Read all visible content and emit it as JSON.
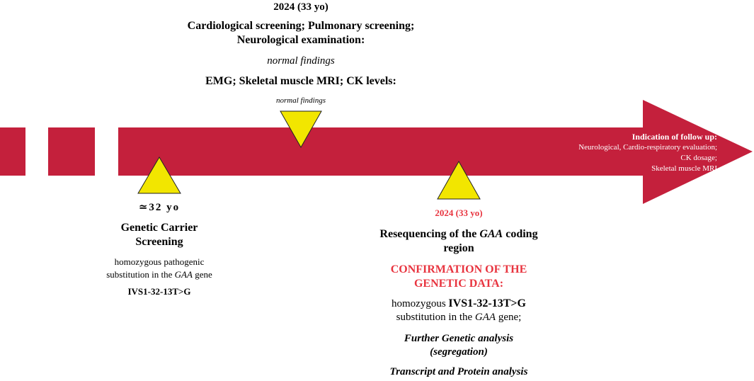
{
  "colors": {
    "bar": "#c4203c",
    "marker": "#f2e600",
    "marker_stroke": "#222222",
    "red_text": "#e8343f"
  },
  "top_event": {
    "date": "2024 (33 yo)",
    "exams_line1": "Cardiological screening; Pulmonary screening;",
    "exams_line2": "Neurological examination:",
    "findings1": "normal findings",
    "exams2": "EMG; Skeletal muscle MRI; CK levels:",
    "findings2": "normal findings"
  },
  "left_event": {
    "age": "≃32 yo",
    "title_line1": "Genetic Carrier",
    "title_line2": "Screening",
    "desc_line1": "homozygous pathogenic",
    "desc_line2_pre": "substitution in the ",
    "desc_line2_gene": "GAA",
    "desc_line2_post": " gene",
    "variant": "IVS1-32-13T>G"
  },
  "right_event": {
    "date": "2024 (33 yo)",
    "title_pre": "Resequencing of the ",
    "title_gene": "GAA",
    "title_post": " coding",
    "title_line2": "region",
    "confirm_line1": "CONFIRMATION OF THE",
    "confirm_line2": "GENETIC DATA:",
    "result_pre": "homozygous ",
    "result_variant": "IVS1-32-13T>G",
    "result_line2_pre": "substitution in the ",
    "result_line2_gene": "GAA",
    "result_line2_post": " gene;",
    "further_line1": "Further Genetic analysis",
    "further_line2": "(segregation)",
    "transcript": "Transcript and Protein analysis"
  },
  "follow_up": {
    "title": "Indication of follow up:",
    "line1": "Neurological, Cardio-respiratory evaluation;",
    "line2": "CK dosage;",
    "line3": "Skeletal muscle MRI"
  }
}
